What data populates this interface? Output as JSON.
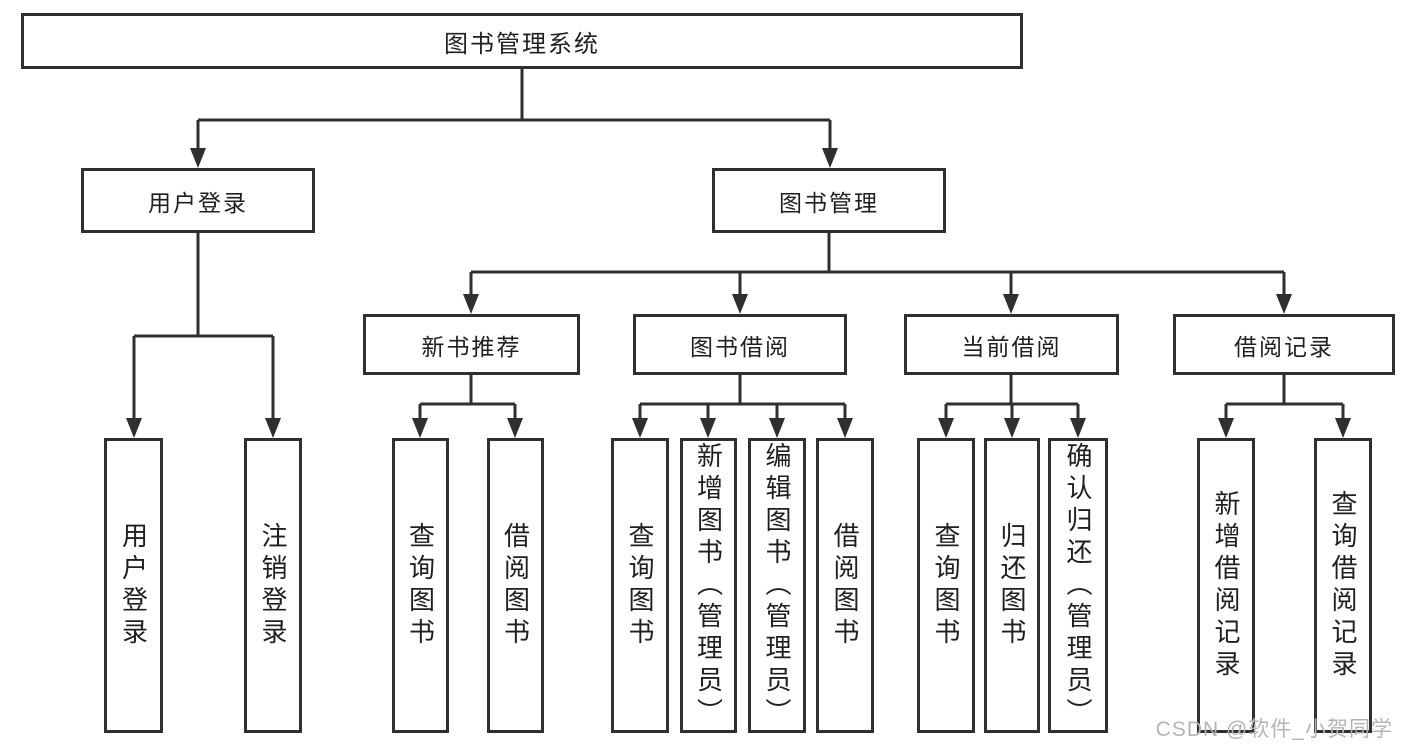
{
  "diagram_title": "图书管理系统",
  "colors": {
    "line": "#2f2f2f",
    "text": "#1f1f1f",
    "background": "#ffffff",
    "watermark": "#b4b4b4"
  },
  "watermark": {
    "text": "CSDN @软件_小贺同学"
  },
  "hierarchy": {
    "label": "图书管理系统",
    "children": [
      {
        "label": "用户登录",
        "children": [
          {
            "label": "用户登录"
          },
          {
            "label": "注销登录"
          }
        ]
      },
      {
        "label": "图书管理",
        "children": [
          {
            "label": "新书推荐",
            "children": [
              {
                "label": "查询图书"
              },
              {
                "label": "借阅图书"
              }
            ]
          },
          {
            "label": "图书借阅",
            "children": [
              {
                "label": "查询图书"
              },
              {
                "label": "新增图书（管理员）"
              },
              {
                "label": "编辑图书（管理员）"
              },
              {
                "label": "借阅图书"
              }
            ]
          },
          {
            "label": "当前借阅",
            "children": [
              {
                "label": "查询图书"
              },
              {
                "label": "归还图书"
              },
              {
                "label": "确认归还（管理员）"
              }
            ]
          },
          {
            "label": "借阅记录",
            "children": [
              {
                "label": "新增借阅记录"
              },
              {
                "label": "查询借阅记录"
              }
            ]
          }
        ]
      }
    ]
  }
}
